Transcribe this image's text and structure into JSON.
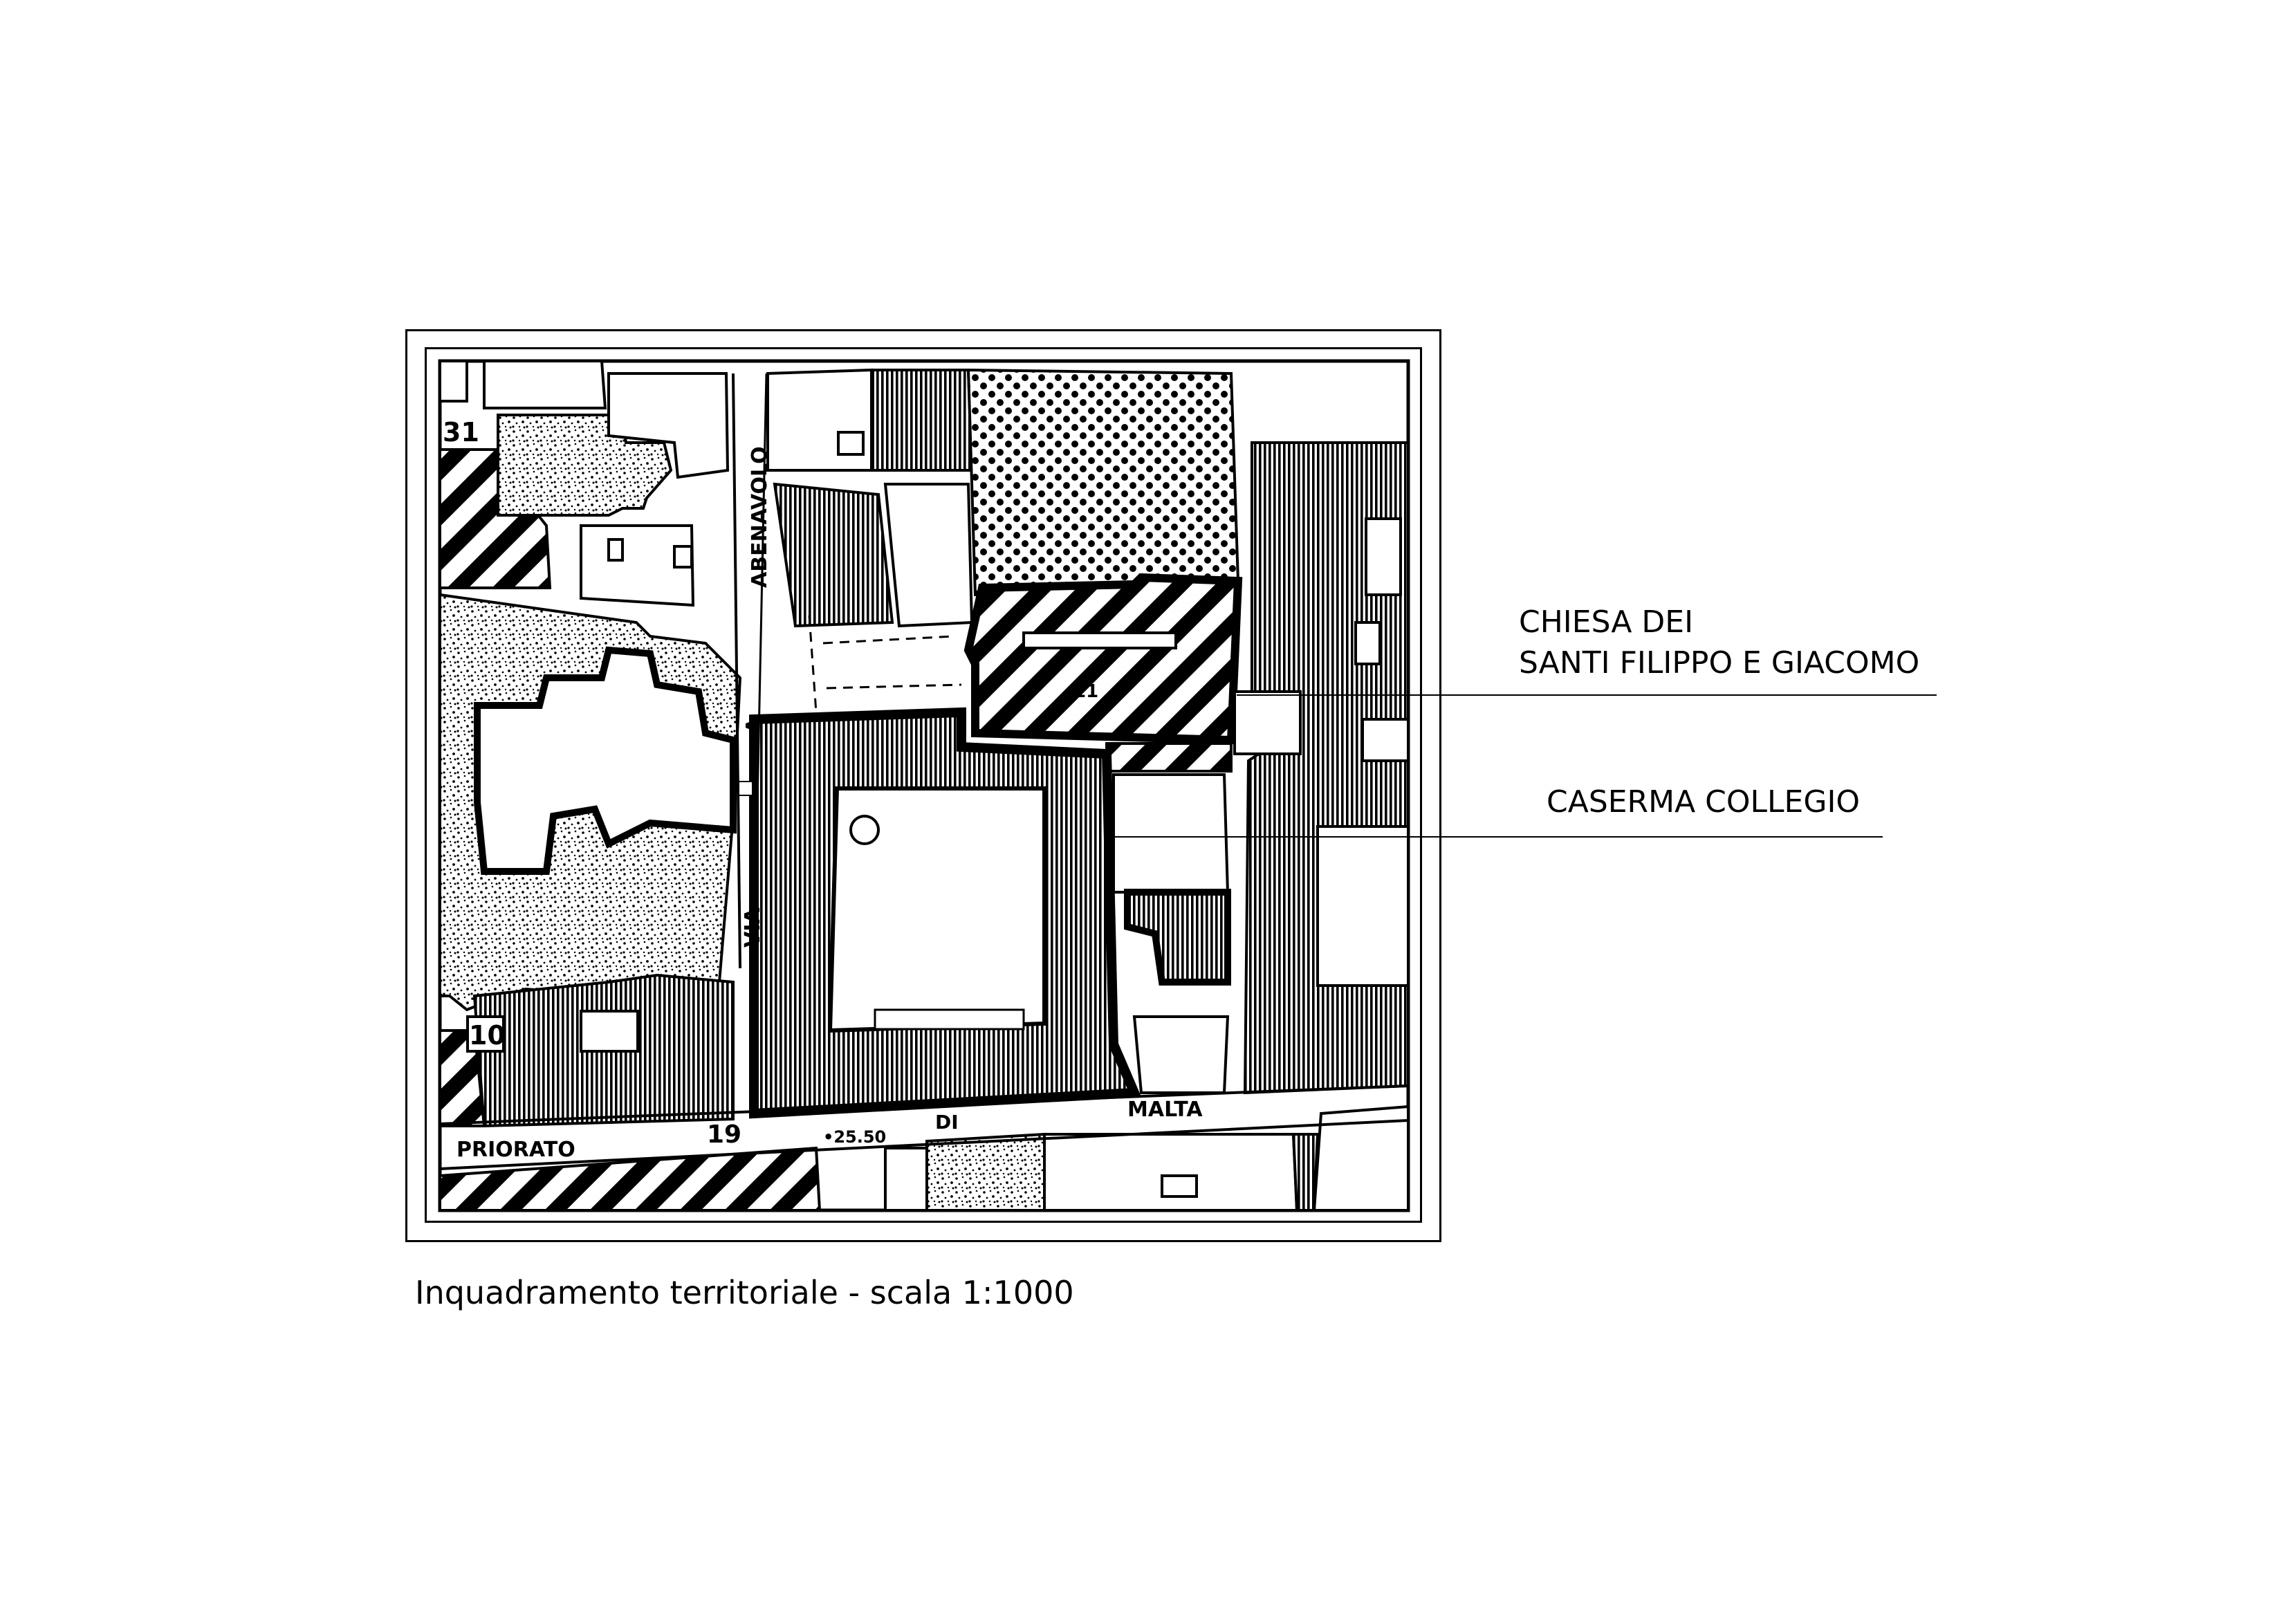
{
  "caption": "Inquadramento territoriale - scala 1:1000",
  "callouts": {
    "church_line1": "CHIESA DEI",
    "church_line2": "SANTI FILIPPO E GIACOMO",
    "barracks": "CASERMA COLLEGIO"
  },
  "map_labels": {
    "street_via": "VIA",
    "street_abenavolo": "ABENAVOLO",
    "street_priorato": "PRIORATO",
    "street_di": "DI",
    "street_malta": "MALTA",
    "via_letter_a": "A",
    "civic_31": "31",
    "civic_10": "10",
    "civic_19": "19",
    "civic_11": "11",
    "elevation": "•25.50"
  },
  "legend_styles": {
    "monument_fill": "diagonal-hatch",
    "built_fill": "vertical-hatch",
    "open_fill": "stipple",
    "garden_fill": "dot-grid"
  },
  "colors": {
    "ink": "#000000",
    "paper": "#ffffff"
  }
}
